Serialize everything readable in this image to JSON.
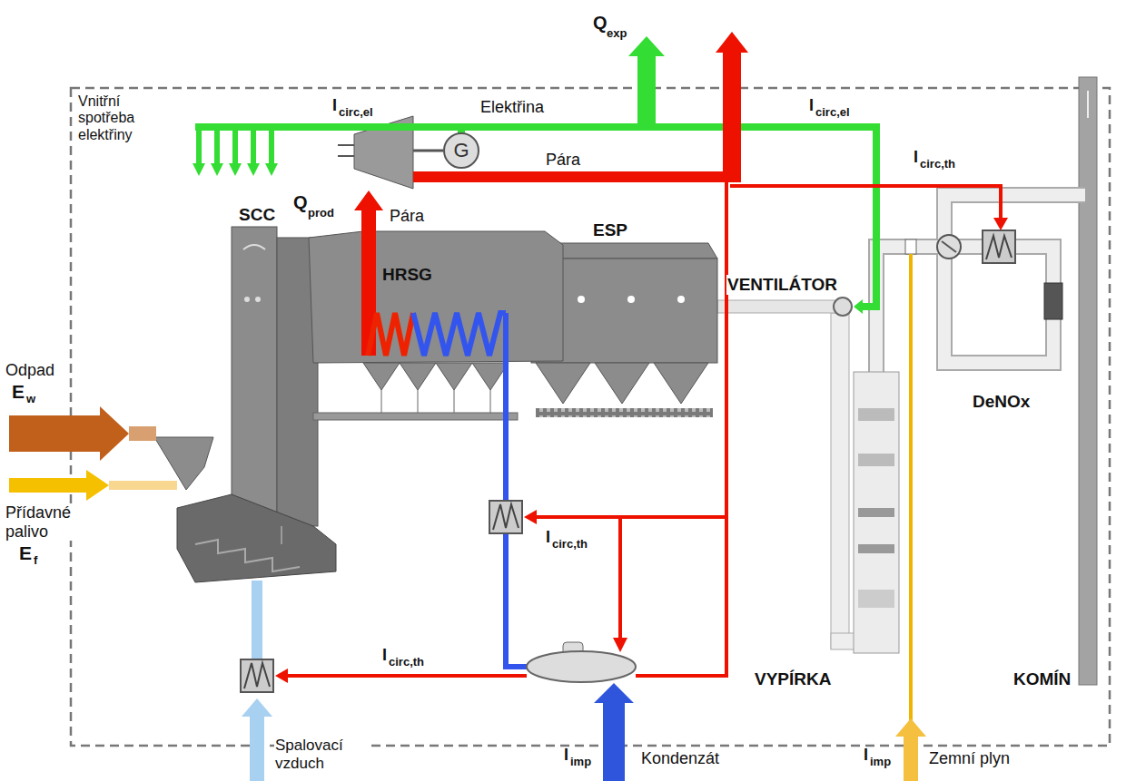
{
  "diagram": {
    "nodes": [
      {
        "text": [
          "G"
        ]
      }
    ],
    "labels": [
      "Q",
      "exp",
      "Vnitřní spotřeba elektřiny",
      "I",
      "circ,el",
      "Elektřina",
      "I",
      "circ,el",
      "Pára",
      "I",
      "circ,th",
      "Q",
      "prod",
      "Pára",
      "SCC",
      "HRSG",
      "ESP",
      "VENTILÁTOR",
      "Odpad",
      "E",
      "w",
      "Přídavné palivo",
      "E",
      "f",
      "I",
      "circ,th",
      "DeNOx",
      "I",
      "circ,th",
      "VYPÍRKA",
      "KOMÍN",
      "Spalovací vzduch",
      "I",
      "imp",
      "Kondenzát",
      "I",
      "imp",
      "Zemní plyn"
    ]
  }
}
